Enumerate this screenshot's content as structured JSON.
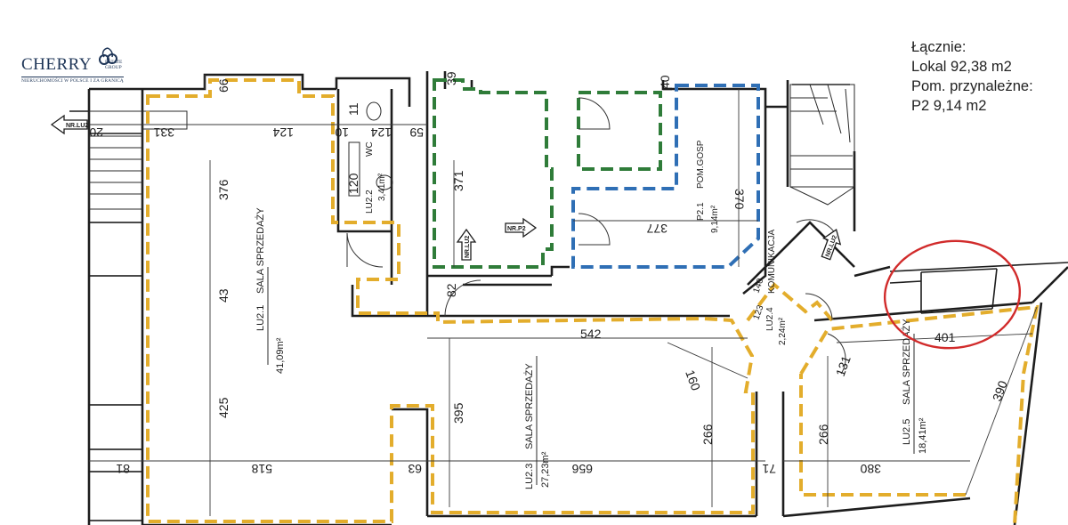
{
  "logo": {
    "main": "CHERRY",
    "sub": "ESTATE GROUP",
    "tagline": "NIERUCHOMOŚCI W POLSCE I ZA GRANICĄ"
  },
  "summary": {
    "heading": "Łącznie:",
    "lokal": "Lokal 92,38 m2",
    "pom_heading": "Pom. przynależne:",
    "p2": "P2 9,14 m2"
  },
  "colors": {
    "lokal_outline": "#e3ad2c",
    "storage_outline": "#2f7c39",
    "p2_outline": "#2f6fb5",
    "highlight_circle": "#d12b2b",
    "wall": "#1d1d1d"
  },
  "rooms": {
    "lu21": {
      "code": "LU2.1",
      "name": "SALA SPRZEDAŻY",
      "area": "41,09m²"
    },
    "lu22": {
      "code": "LU2.2",
      "name": "WC",
      "area": "3,41m²"
    },
    "lu23": {
      "code": "LU2.3",
      "name": "SALA SPRZEDAŻY",
      "area": "27,23m²"
    },
    "lu24": {
      "code": "LU2.4",
      "name": "KOMUNIKACJA",
      "area": "2,24m²"
    },
    "lu25": {
      "code": "LU2.5",
      "name": "SALA SPRZEDAŻY",
      "area": "18,41m²"
    },
    "p21": {
      "code": "P2.1",
      "name": "POM.GOSP",
      "area": "9,14m²"
    }
  },
  "arrows": {
    "a1": "NR.LU2",
    "a2": "NR.P2",
    "a3": "NR.LU2",
    "a4": "NR.LU2"
  },
  "dimensions": {
    "d66": "66",
    "d331": "331",
    "d20": "20",
    "d124a": "124",
    "d10": "10",
    "d11": "11",
    "d124b": "124",
    "d59": "59",
    "d39": "39",
    "d40": "40",
    "d120": "120",
    "d376": "376",
    "d371": "371",
    "d370": "370",
    "d377": "377",
    "d43": "43",
    "d82": "82",
    "d542": "542",
    "d425": "425",
    "d395": "395",
    "d160": "160",
    "d266a": "266",
    "d266b": "266",
    "d131": "131",
    "d401": "401",
    "d390": "390",
    "d81": "81",
    "d518": "518",
    "d63": "63",
    "d656": "656",
    "d71": "71",
    "d380": "380",
    "d140": "140",
    "d123": "123"
  }
}
